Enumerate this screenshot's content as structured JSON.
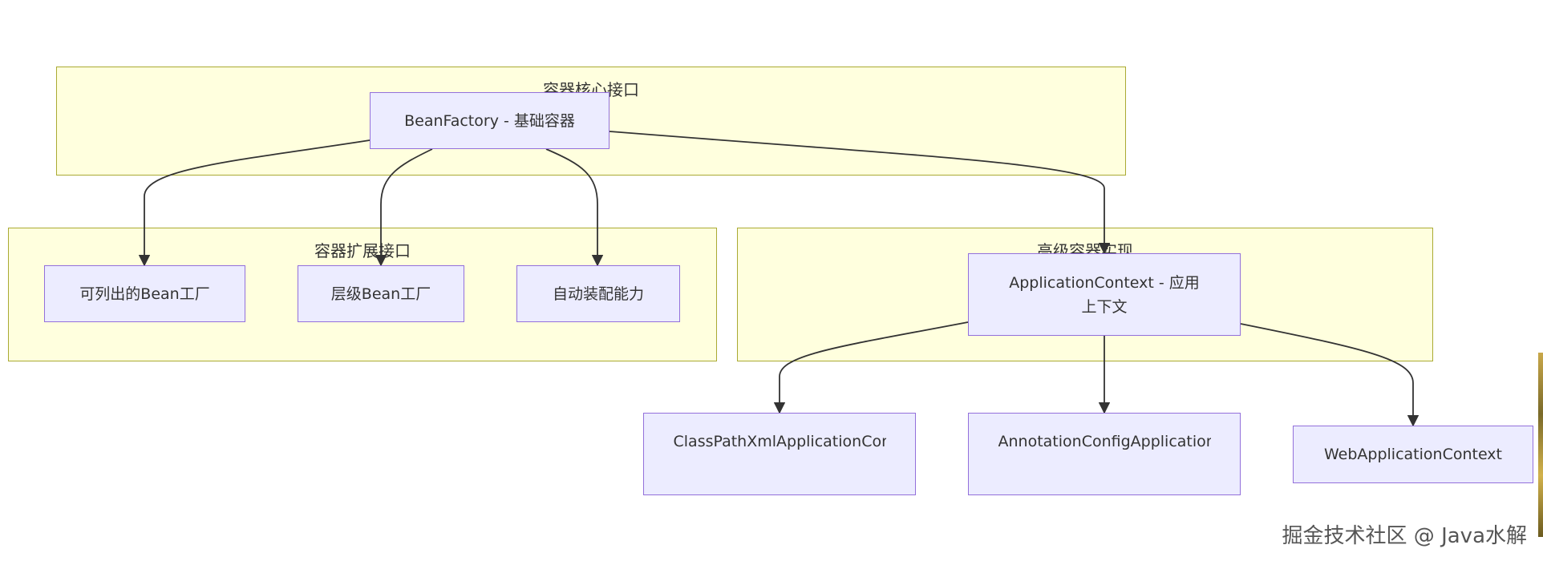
{
  "clusters": {
    "core": {
      "label": "容器核心接口"
    },
    "extension": {
      "label": "容器扩展接口"
    },
    "advanced": {
      "label": "高级容器实现"
    }
  },
  "nodes": {
    "bean_factory": {
      "label": "BeanFactory - 基础容器"
    },
    "listable": {
      "label": "可列出的Bean工厂"
    },
    "hierarchical": {
      "label": "层级Bean工厂"
    },
    "autowire": {
      "label": "自动装配能力"
    },
    "application_context": {
      "label": "ApplicationContext - 应用\n上下文"
    },
    "classpath_xml": {
      "label": "ClassPathXmlApplicationContext"
    },
    "annotation_config": {
      "label": "AnnotationConfigApplicationContext"
    },
    "web_context": {
      "label": "WebApplicationContext"
    }
  },
  "edges": [
    {
      "from": "bean_factory",
      "to": "listable"
    },
    {
      "from": "bean_factory",
      "to": "hierarchical"
    },
    {
      "from": "bean_factory",
      "to": "autowire"
    },
    {
      "from": "bean_factory",
      "to": "application_context"
    },
    {
      "from": "application_context",
      "to": "classpath_xml"
    },
    {
      "from": "application_context",
      "to": "annotation_config"
    },
    {
      "from": "application_context",
      "to": "web_context"
    }
  ],
  "watermark": {
    "text": "掘金技术社区 @ Java水解"
  },
  "colors": {
    "cluster_fill": "#ffffde",
    "cluster_border": "#aaaa33",
    "node_fill": "#ececff",
    "node_border": "#9370db",
    "edge": "#333333"
  }
}
